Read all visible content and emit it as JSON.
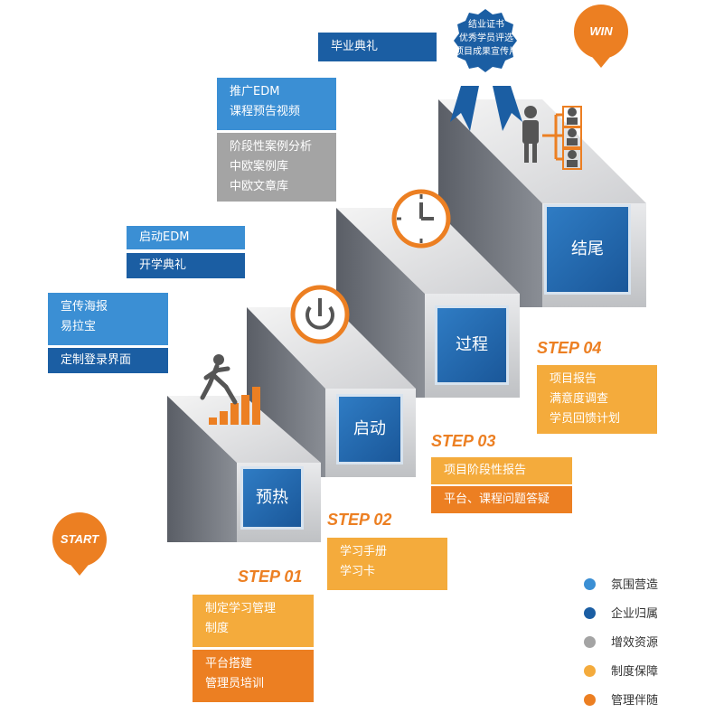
{
  "start_label": "START",
  "win_label": "WIN",
  "stages": {
    "warmup": "预热",
    "launch": "启动",
    "process": "过程",
    "ending": "结尾"
  },
  "steps": {
    "s1": "STEP 01",
    "s2": "STEP 02",
    "s3": "STEP 03",
    "s4": "STEP 04"
  },
  "boxes": {
    "promo": [
      "宣传海报",
      "易拉宝"
    ],
    "login": "定制登录界面",
    "launch_edm": "启动EDM",
    "opening": "开学典礼",
    "promo_edm": [
      "推广EDM",
      "课程预告视频"
    ],
    "cases": [
      "阶段性案例分析",
      "中欧案例库",
      "中欧文章库"
    ],
    "graduation": "毕业典礼",
    "rules": [
      "制定学习管理",
      "制度"
    ],
    "platform": [
      "平台搭建",
      "管理员培训"
    ],
    "handbook": [
      "学习手册",
      "学习卡"
    ],
    "stage_report": "项目阶段性报告",
    "qa": "平台、课程问题答疑",
    "final": [
      "项目报告",
      "满意度调查",
      "学员回馈计划"
    ]
  },
  "ribbon": [
    "结业证书",
    "优秀学员评选",
    "项目成果宣传片"
  ],
  "legend": [
    {
      "label": "氛围营造",
      "color": "#3b8fd4"
    },
    {
      "label": "企业归属",
      "color": "#1b5ea3"
    },
    {
      "label": "增效资源",
      "color": "#a4a4a4"
    },
    {
      "label": "制度保障",
      "color": "#f4ab3c"
    },
    {
      "label": "管理伴随",
      "color": "#ec7f22"
    }
  ]
}
